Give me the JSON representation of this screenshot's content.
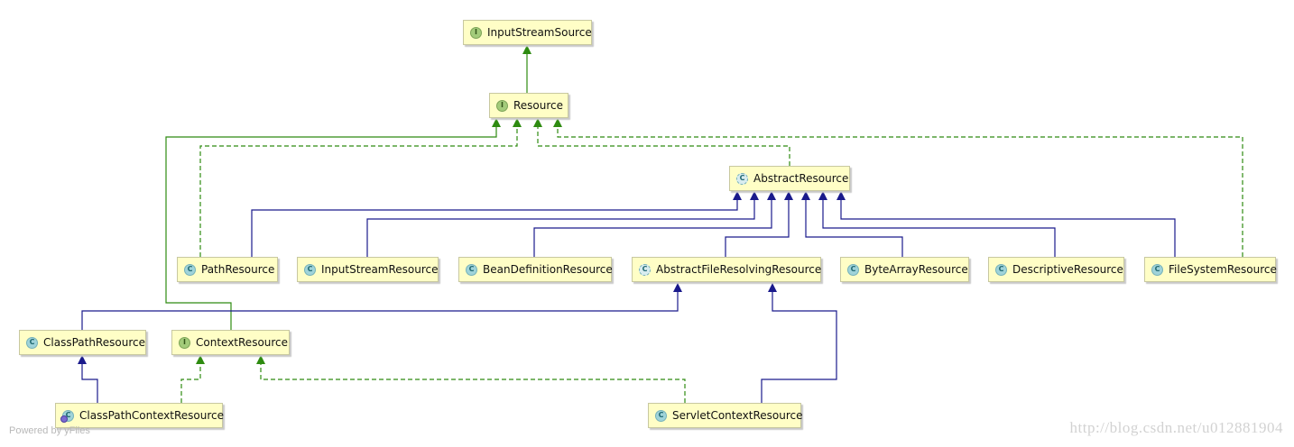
{
  "nodes": {
    "inputstreamsource": {
      "label": "InputStreamSource",
      "kind": "I"
    },
    "resource": {
      "label": "Resource",
      "kind": "I"
    },
    "abstractresource": {
      "label": "AbstractResource",
      "kind": "C"
    },
    "pathresource": {
      "label": "PathResource",
      "kind": "C"
    },
    "inputstreamresource": {
      "label": "InputStreamResource",
      "kind": "C"
    },
    "beandefinitionresource": {
      "label": "BeanDefinitionResource",
      "kind": "C"
    },
    "abstractfileresolvingresource": {
      "label": "AbstractFileResolvingResource",
      "kind": "C"
    },
    "bytearrayresource": {
      "label": "ByteArrayResource",
      "kind": "C"
    },
    "descriptiveresource": {
      "label": "DescriptiveResource",
      "kind": "C"
    },
    "filesystemresource": {
      "label": "FileSystemResource",
      "kind": "C"
    },
    "classpathresource": {
      "label": "ClassPathResource",
      "kind": "C"
    },
    "contextresource": {
      "label": "ContextResource",
      "kind": "I"
    },
    "classpathcontextresource": {
      "label": "ClassPathContextResource",
      "kind": "C"
    },
    "servletcontextresource": {
      "label": "ServletContextResource",
      "kind": "C"
    }
  },
  "colors": {
    "implements": "#2e8b10",
    "extends": "#1a1a8c",
    "node_fill": "#fffec6"
  },
  "footer": "Powered by yFiles",
  "watermark": "http://blog.csdn.net/u012881904"
}
